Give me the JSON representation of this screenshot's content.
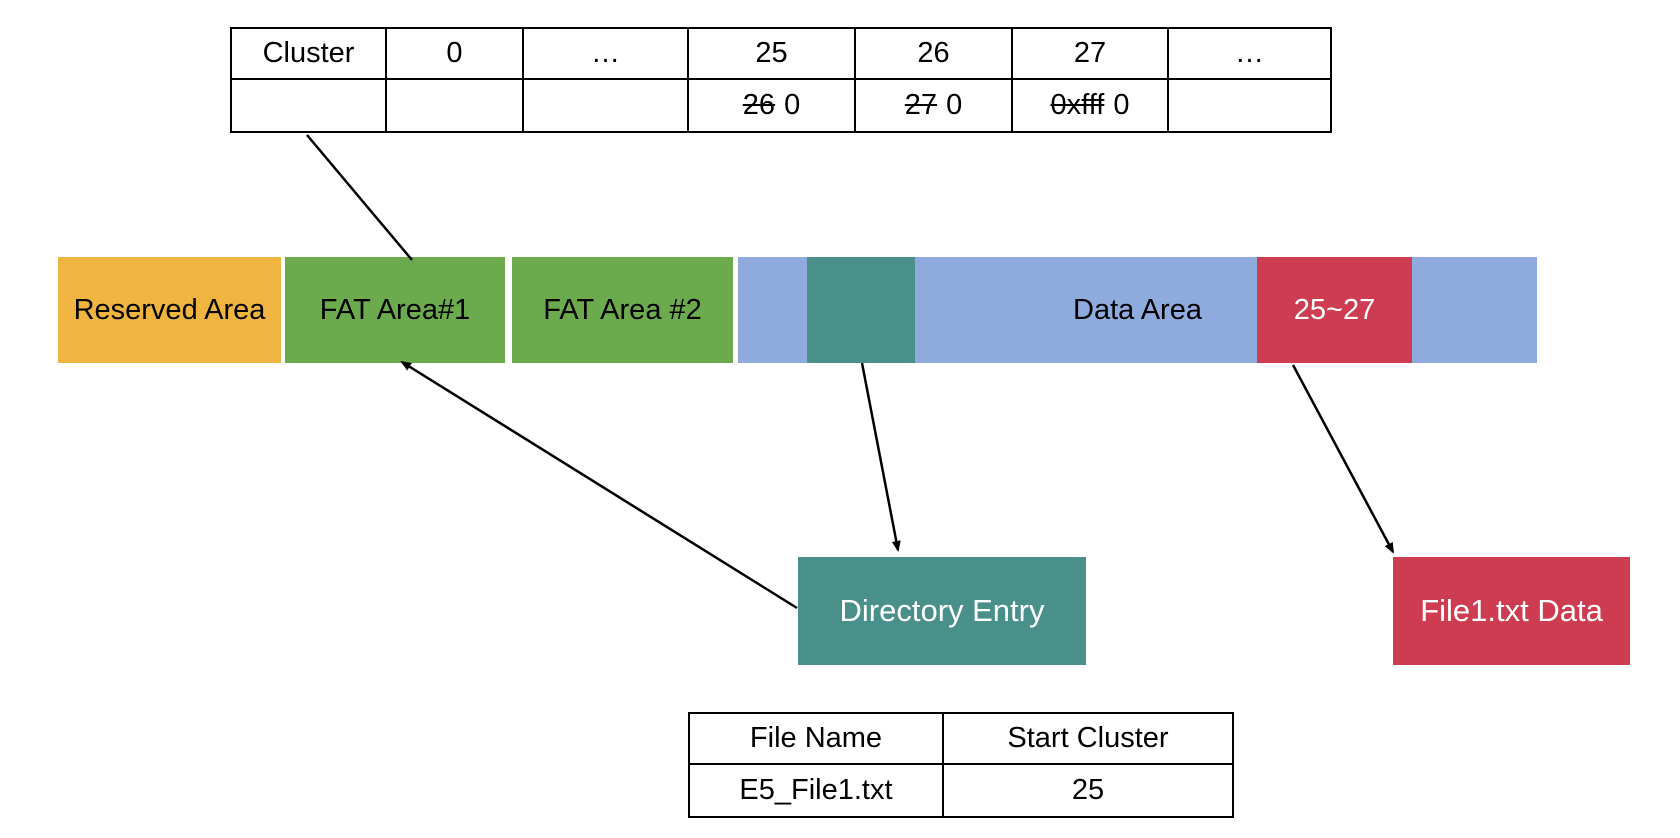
{
  "fat_table": {
    "header_row": [
      "Cluster",
      "0",
      "…",
      "25",
      "26",
      "27",
      "…"
    ],
    "value_row": [
      {
        "old": "",
        "new": ""
      },
      {
        "old": "",
        "new": ""
      },
      {
        "old": "",
        "new": ""
      },
      {
        "old": "26",
        "new": "0"
      },
      {
        "old": "27",
        "new": "0"
      },
      {
        "old": "0xfff",
        "new": "0"
      },
      {
        "old": "",
        "new": ""
      }
    ]
  },
  "disk_bar": {
    "reserved_label": "Reserved Area",
    "fat1_label": "FAT Area#1",
    "fat2_label": "FAT Area #2",
    "data_label": "Data Area",
    "cluster_range_label": "25~27"
  },
  "callouts": {
    "directory_entry_label": "Directory Entry",
    "file_data_label": "File1.txt Data"
  },
  "directory_table": {
    "headers": [
      "File Name",
      "Start Cluster"
    ],
    "row": [
      "E5_File1.txt",
      "25"
    ]
  },
  "colors": {
    "reserved": "#F0B441",
    "fat": "#6BAB4E",
    "data": "#8FAADC",
    "directory": "#4A908A",
    "file": "#CD3C50",
    "line": "#000000"
  }
}
